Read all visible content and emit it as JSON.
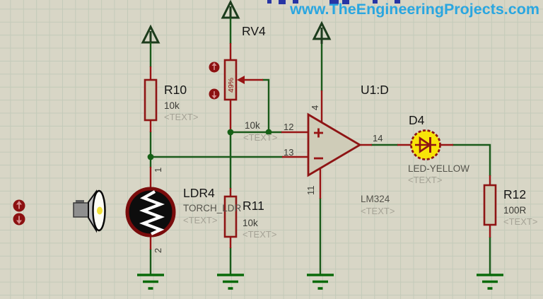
{
  "header": {
    "site_url": "www.TheEngineeringProjects.com"
  },
  "schematic": {
    "rv4": {
      "ref": "RV4",
      "wiper_position": "49%",
      "value": "10k",
      "placeholder": "<TEXT>"
    },
    "r10": {
      "ref": "R10",
      "value": "10k",
      "placeholder": "<TEXT>"
    },
    "r11": {
      "ref": "R11",
      "value": "10k",
      "placeholder": "<TEXT>"
    },
    "r12": {
      "ref": "R12",
      "value": "100R",
      "placeholder": "<TEXT>"
    },
    "ldr": {
      "ref": "LDR4",
      "model": "TORCH_LDR",
      "placeholder": "<TEXT>",
      "pin1": "1",
      "pin2": "2"
    },
    "opamp": {
      "ref": "U1:D",
      "model": "LM324",
      "placeholder": "<TEXT>",
      "pin_noninverting": "12",
      "pin_inverting": "13",
      "pin_output": "14",
      "pin_vcc": "4",
      "pin_gnd": "11"
    },
    "led": {
      "ref": "D4",
      "model": "LED-YELLOW",
      "placeholder": "<TEXT>"
    }
  },
  "colors": {
    "background": "#d8d6c6",
    "grid_line": "#c3cab9",
    "wire_green": "#1a5a1a",
    "component_red": "#981414",
    "outline_red": "#8e1414",
    "resistor_fill": "#cfcbb4",
    "opamp_fill": "#cfccb8",
    "ground_green": "#0a6a0a",
    "led_yellow": "#f8e408",
    "url_blue": "#2aa6e0"
  }
}
